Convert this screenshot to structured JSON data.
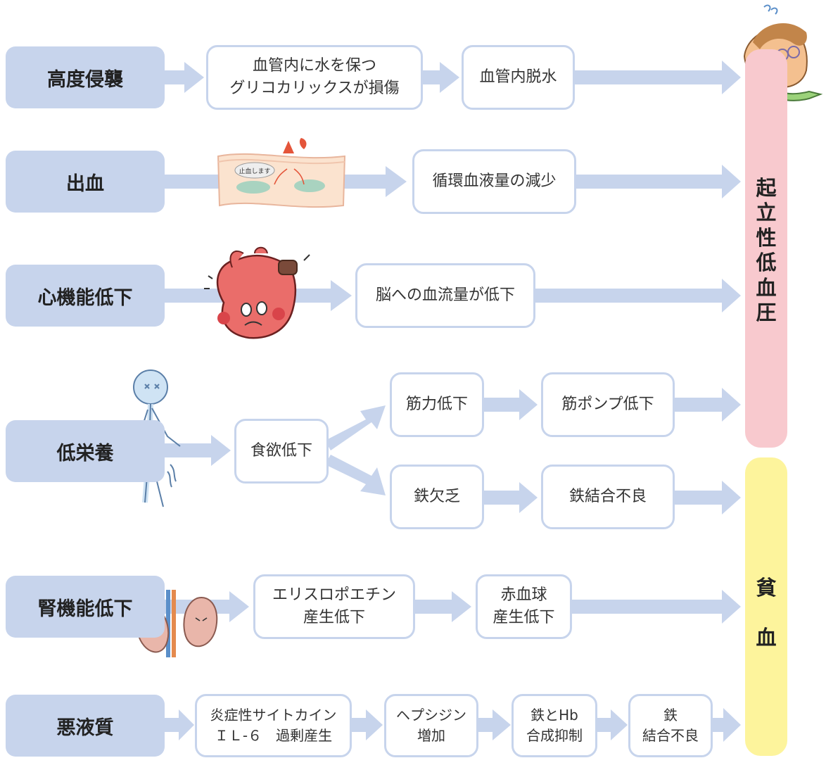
{
  "colors": {
    "cause_bg": "#c7d4ec",
    "arrow": "#c7d4ec",
    "box_border": "#c7d4ec",
    "hypotension_bar": "#f8c9ce",
    "anemia_bar": "#fdf49c"
  },
  "causes": {
    "invasion": "高度侵襲",
    "bleeding": "出血",
    "cardiac": "心機能低下",
    "malnutrition": "低栄養",
    "renal": "腎機能低下",
    "cachexia": "悪液質"
  },
  "steps": {
    "glycocalyx": "血管内に水を保つ\nグリコカリックスが損傷",
    "dehydration": "血管内脱水",
    "blood_volume": "循環血液量の減少",
    "brain_flow": "脳への血流量が低下",
    "appetite": "食欲低下",
    "muscle": "筋力低下",
    "muscle_pump": "筋ポンプ低下",
    "iron_def": "鉄欠乏",
    "iron_binding": "鉄結合不良",
    "epo": "エリスロポエチン\n産生低下",
    "rbc": "赤血球\n産生低下",
    "il6": "炎症性サイトカイン\nＩＬ-６　過剰産生",
    "hepcidin": "ヘプシジン\n増加",
    "iron_hb": "鉄とHb\n合成抑制",
    "iron_bind2": "鉄\n結合不良"
  },
  "outcomes": {
    "hypotension": "起\n立\n性\n低\n血\n圧",
    "anemia": "貧\n\n血"
  },
  "illustrations": {
    "dizzy_person": "dizzy-person-icon",
    "vessel": "bleeding-vessel-icon",
    "bandage_text": "止血します",
    "heart": "tired-heart-icon",
    "thin_person": "thin-person-icon",
    "kidney": "tired-kidney-icon"
  }
}
